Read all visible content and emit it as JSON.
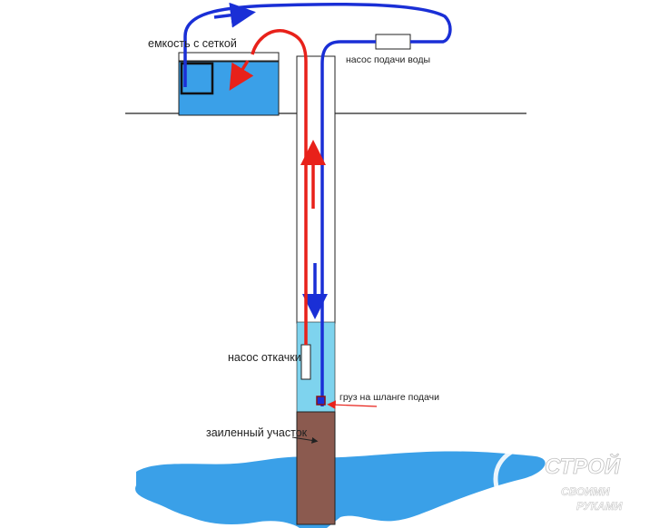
{
  "labels": {
    "tank": "емкость с сеткой",
    "supply_pump": "насос подачи воды",
    "drain_pump": "насос откачки",
    "weight": "груз на шланге подачи",
    "silted": "заиленный участок"
  },
  "watermark": {
    "line1": "СТРОЙ",
    "line2": "СВОИМИ",
    "line3": "РУКАМИ"
  },
  "colors": {
    "water": "#3aa0e8",
    "well_water": "#7ed3ee",
    "silt": "#8b5a4f",
    "supply_hose": "#1a2fd6",
    "drain_hose": "#e8211a",
    "outline": "#222222"
  }
}
